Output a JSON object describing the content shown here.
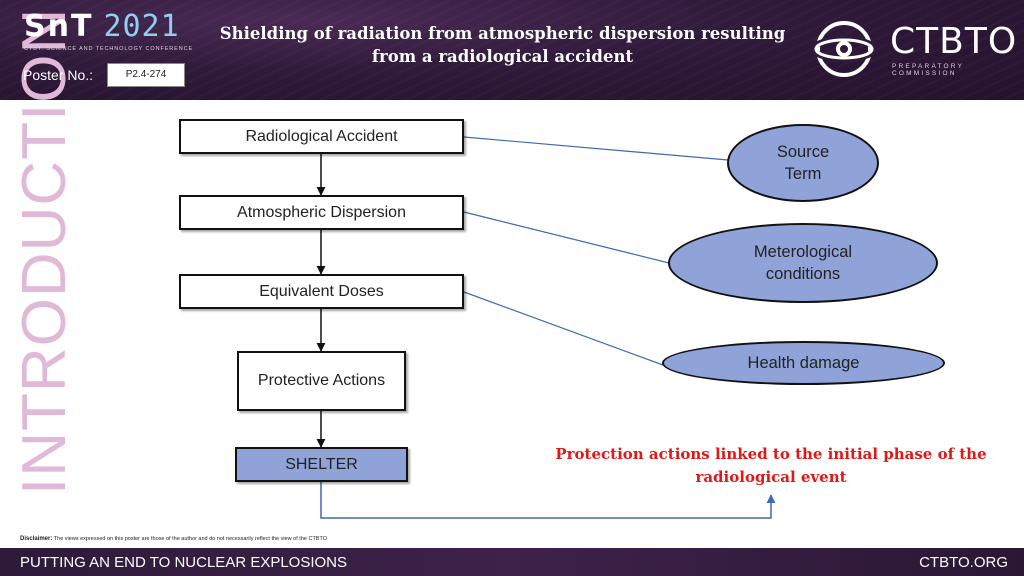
{
  "header": {
    "logo_mark": "SnT",
    "logo_year": "2021",
    "logo_subtitle": "CTBT: SCIENCE AND TECHNOLOGY CONFERENCE",
    "poster_label": "Poster No.:",
    "poster_number": "P2.4-274",
    "title_line1": "Shielding of radiation from atmospheric dispersion resulting",
    "title_line2": "from a radiological accident",
    "org_name": "CTBTO",
    "org_subtitle": "PREPARATORY COMMISSION"
  },
  "section_title": "INTRODUCTION",
  "flow": {
    "steps": [
      "Radiological Accident",
      "Atmospheric Dispersion",
      "Equivalent Doses",
      "Protective Actions",
      "SHELTER"
    ],
    "factors": [
      "Source Term",
      "Meterological conditions",
      "Health damage"
    ]
  },
  "note": "Protection actions linked to the initial phase of the radiological event",
  "disclaimer": {
    "label": "Disclaimer:",
    "text": "The views expressed on this poster are those of the author and do not necessarily reflect the view of the CTBTO"
  },
  "footer": {
    "left": "PUTTING AN END TO NUCLEAR EXPLOSIONS",
    "right": "CTBTO.ORG"
  },
  "colors": {
    "header_bg": "#2f1a3a",
    "accent_blue": "#8fa3d9",
    "note_red": "#e01818",
    "section_pink": "#e1b9d8"
  }
}
